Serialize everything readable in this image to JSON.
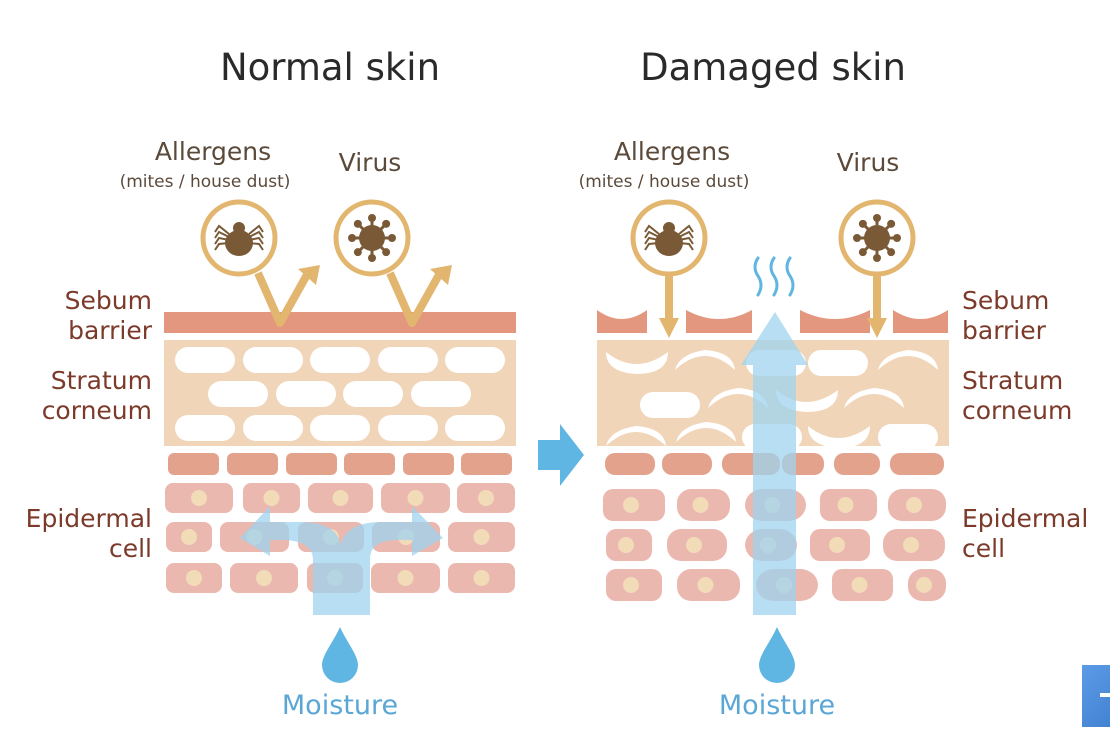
{
  "normal": {
    "title": "Normal skin",
    "allergens": "Allergens",
    "allergens_sub": "(mites / house dust)",
    "virus": "Virus",
    "moisture": "Moisture"
  },
  "damaged": {
    "title": "Damaged skin",
    "allergens": "Allergens",
    "allergens_sub": "(mites / house dust)",
    "virus": "Virus",
    "moisture": "Moisture"
  },
  "layers": {
    "sebum_1": "Sebum",
    "sebum_2": "barrier",
    "stratum_1": "Stratum",
    "stratum_2": "corneum",
    "epidermal_1": "Epidermal",
    "epidermal_2": "cell"
  },
  "colors": {
    "sebum": "#e3977f",
    "stratum": "#f0d5b8",
    "cell": "#ebb8b0",
    "nucleus": "#f2dcb8",
    "moisture": "#9fd3ef",
    "pointer": "#e2b66f",
    "pathogen": "#7a5a36",
    "label": "#7b3a2a"
  },
  "icons": [
    "mite-icon",
    "virus-icon",
    "water-drop-icon",
    "vapor-icon",
    "arrow-right-icon"
  ]
}
